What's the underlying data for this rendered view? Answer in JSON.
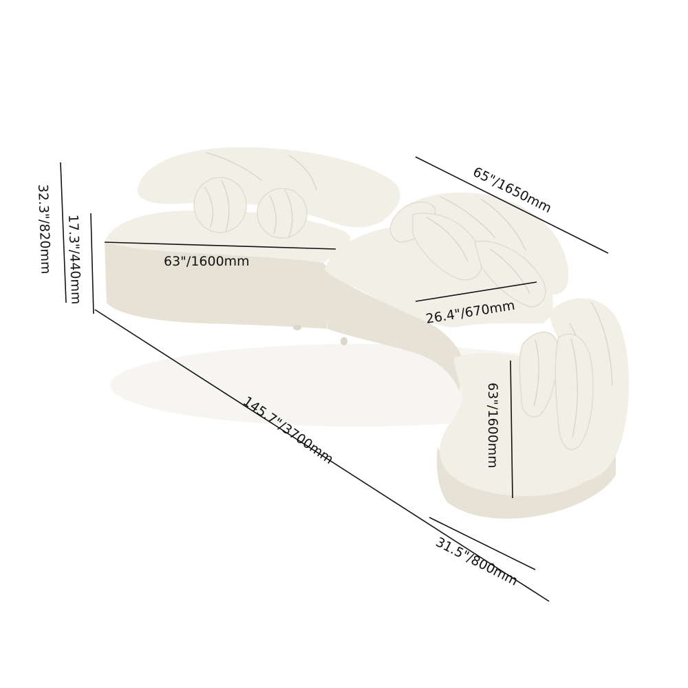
{
  "product": {
    "colors": {
      "upholstery": "#f2efe6",
      "shadow": "#dcd7ca",
      "dimension_lines": "#111111",
      "background": "#ffffff"
    }
  },
  "dimensions": {
    "total_height": "32.3\"/820mm",
    "seat_height": "17.3\"/440mm",
    "overall_length": "145.7\"/3700mm",
    "left_module_width": "63\"/1600mm",
    "middle_module_width": "65\"/1650mm",
    "seat_depth": "26.4\"/670mm",
    "right_module_length": "63\"/1600mm",
    "right_module_depth": "31.5\"/800mm"
  }
}
